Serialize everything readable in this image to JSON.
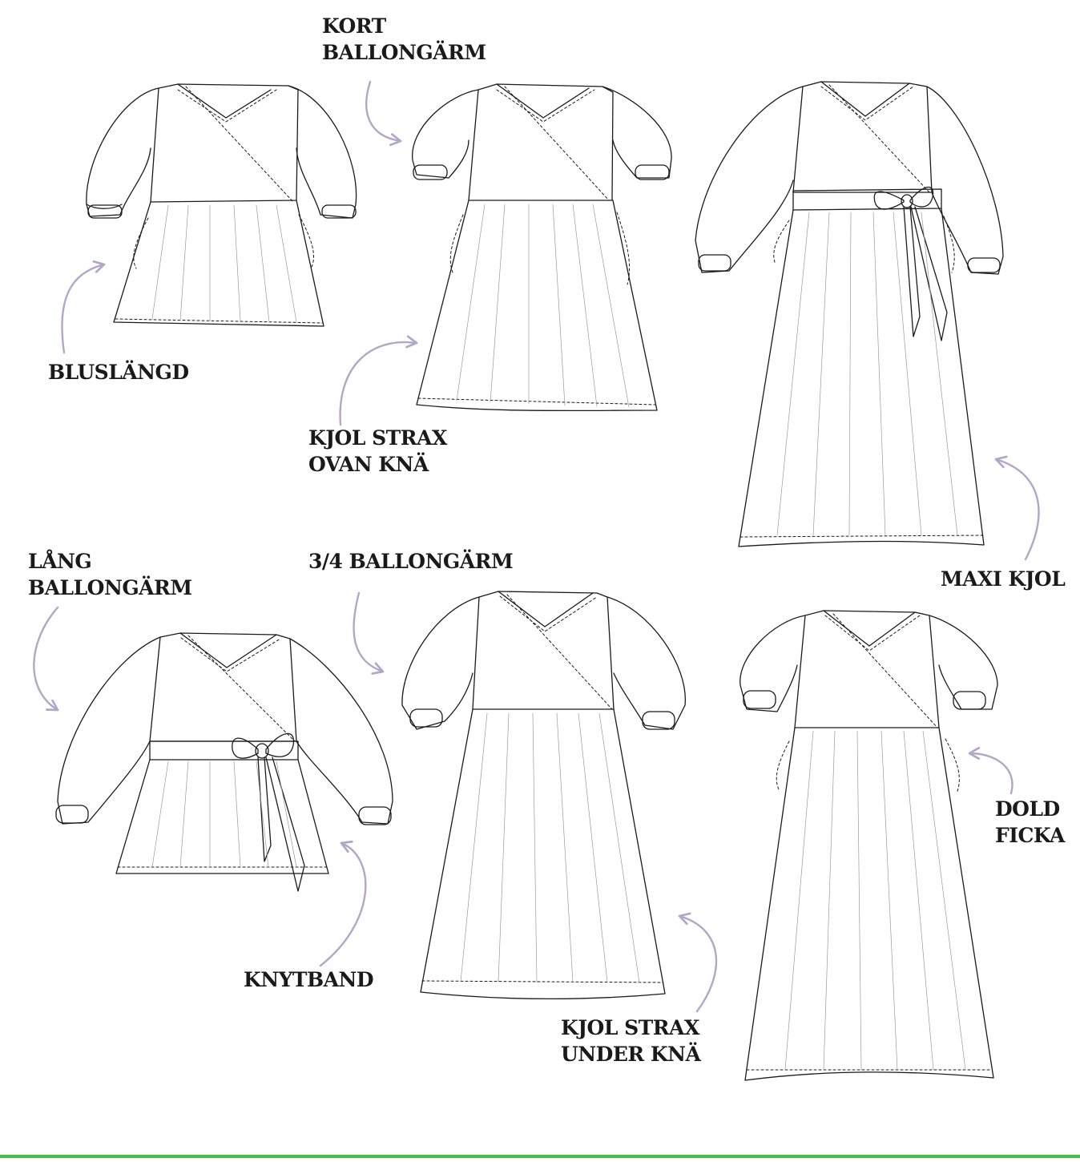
{
  "labels": {
    "blouse_length": "BLUSLÄNGD",
    "short_sleeve": [
      "KORT",
      "BALLONGÄRM"
    ],
    "skirt_above_knee": [
      "KJOL STRAX",
      "OVAN KNÄ"
    ],
    "maxi_skirt": "MAXI KJOL",
    "long_sleeve": [
      "LÅNG",
      "BALLONGÄRM"
    ],
    "three_quarter_sleeve": "3/4 BALLONGÄRM",
    "tie_band": "KNYTBAND",
    "skirt_below_knee": [
      "KJOL STRAX",
      "UNDER KNÄ"
    ],
    "hidden_pocket": [
      "DOLD",
      "FICKA"
    ]
  },
  "colors": {
    "line": "#1a1a1a",
    "pleat": "#9a9a9a",
    "arrow": "#b3a6c6",
    "accent_bar": "#3fc43f"
  },
  "icons": [
    "curved-arrow-icon",
    "dress-flat-sketch"
  ]
}
